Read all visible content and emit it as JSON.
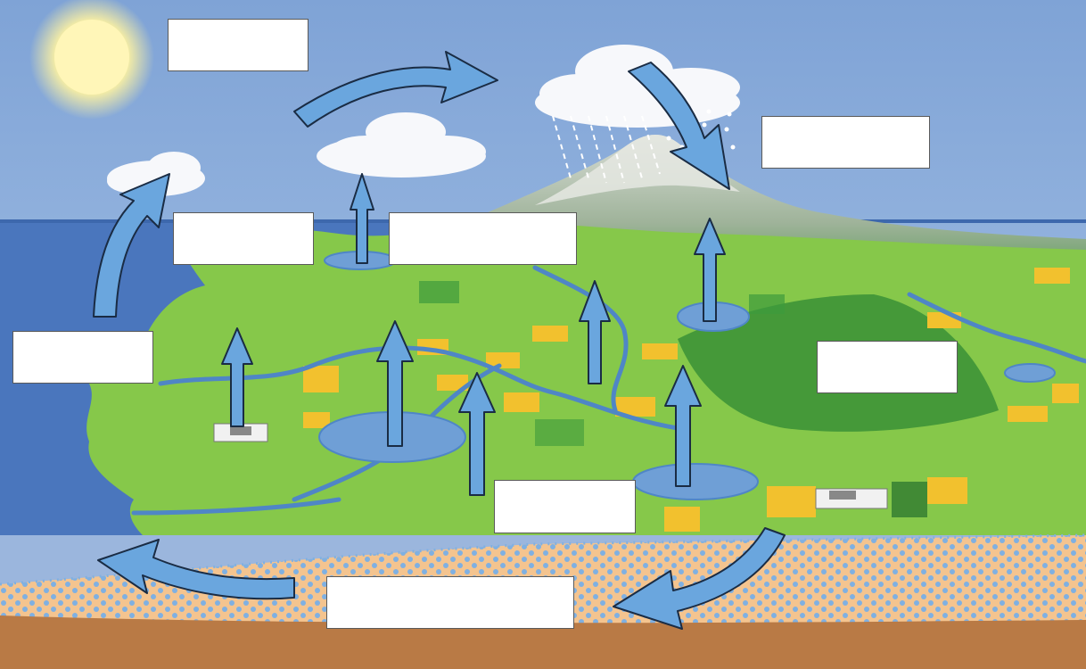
{
  "diagram": {
    "title": "",
    "labels": [
      {
        "id": "label-condensation",
        "text": ""
      },
      {
        "id": "label-precipitation",
        "text": ""
      },
      {
        "id": "label-evaporation-ocean",
        "text": ""
      },
      {
        "id": "label-evaporation-lake",
        "text": ""
      },
      {
        "id": "label-transpiration",
        "text": ""
      },
      {
        "id": "label-ocean",
        "text": ""
      },
      {
        "id": "label-infiltration",
        "text": ""
      },
      {
        "id": "label-runoff",
        "text": ""
      },
      {
        "id": "label-groundwater-flow",
        "text": ""
      }
    ]
  },
  "colors": {
    "sky": "#8aaedb",
    "ocean": "#4a76bd",
    "land": "#7cc23c",
    "fields": "#f2c12e",
    "mountain": "#2e7d32",
    "soil": "#f3c38e",
    "bedrock": "#b97a45",
    "arrow": "#6aa6de",
    "sun": "#fff3a0"
  }
}
